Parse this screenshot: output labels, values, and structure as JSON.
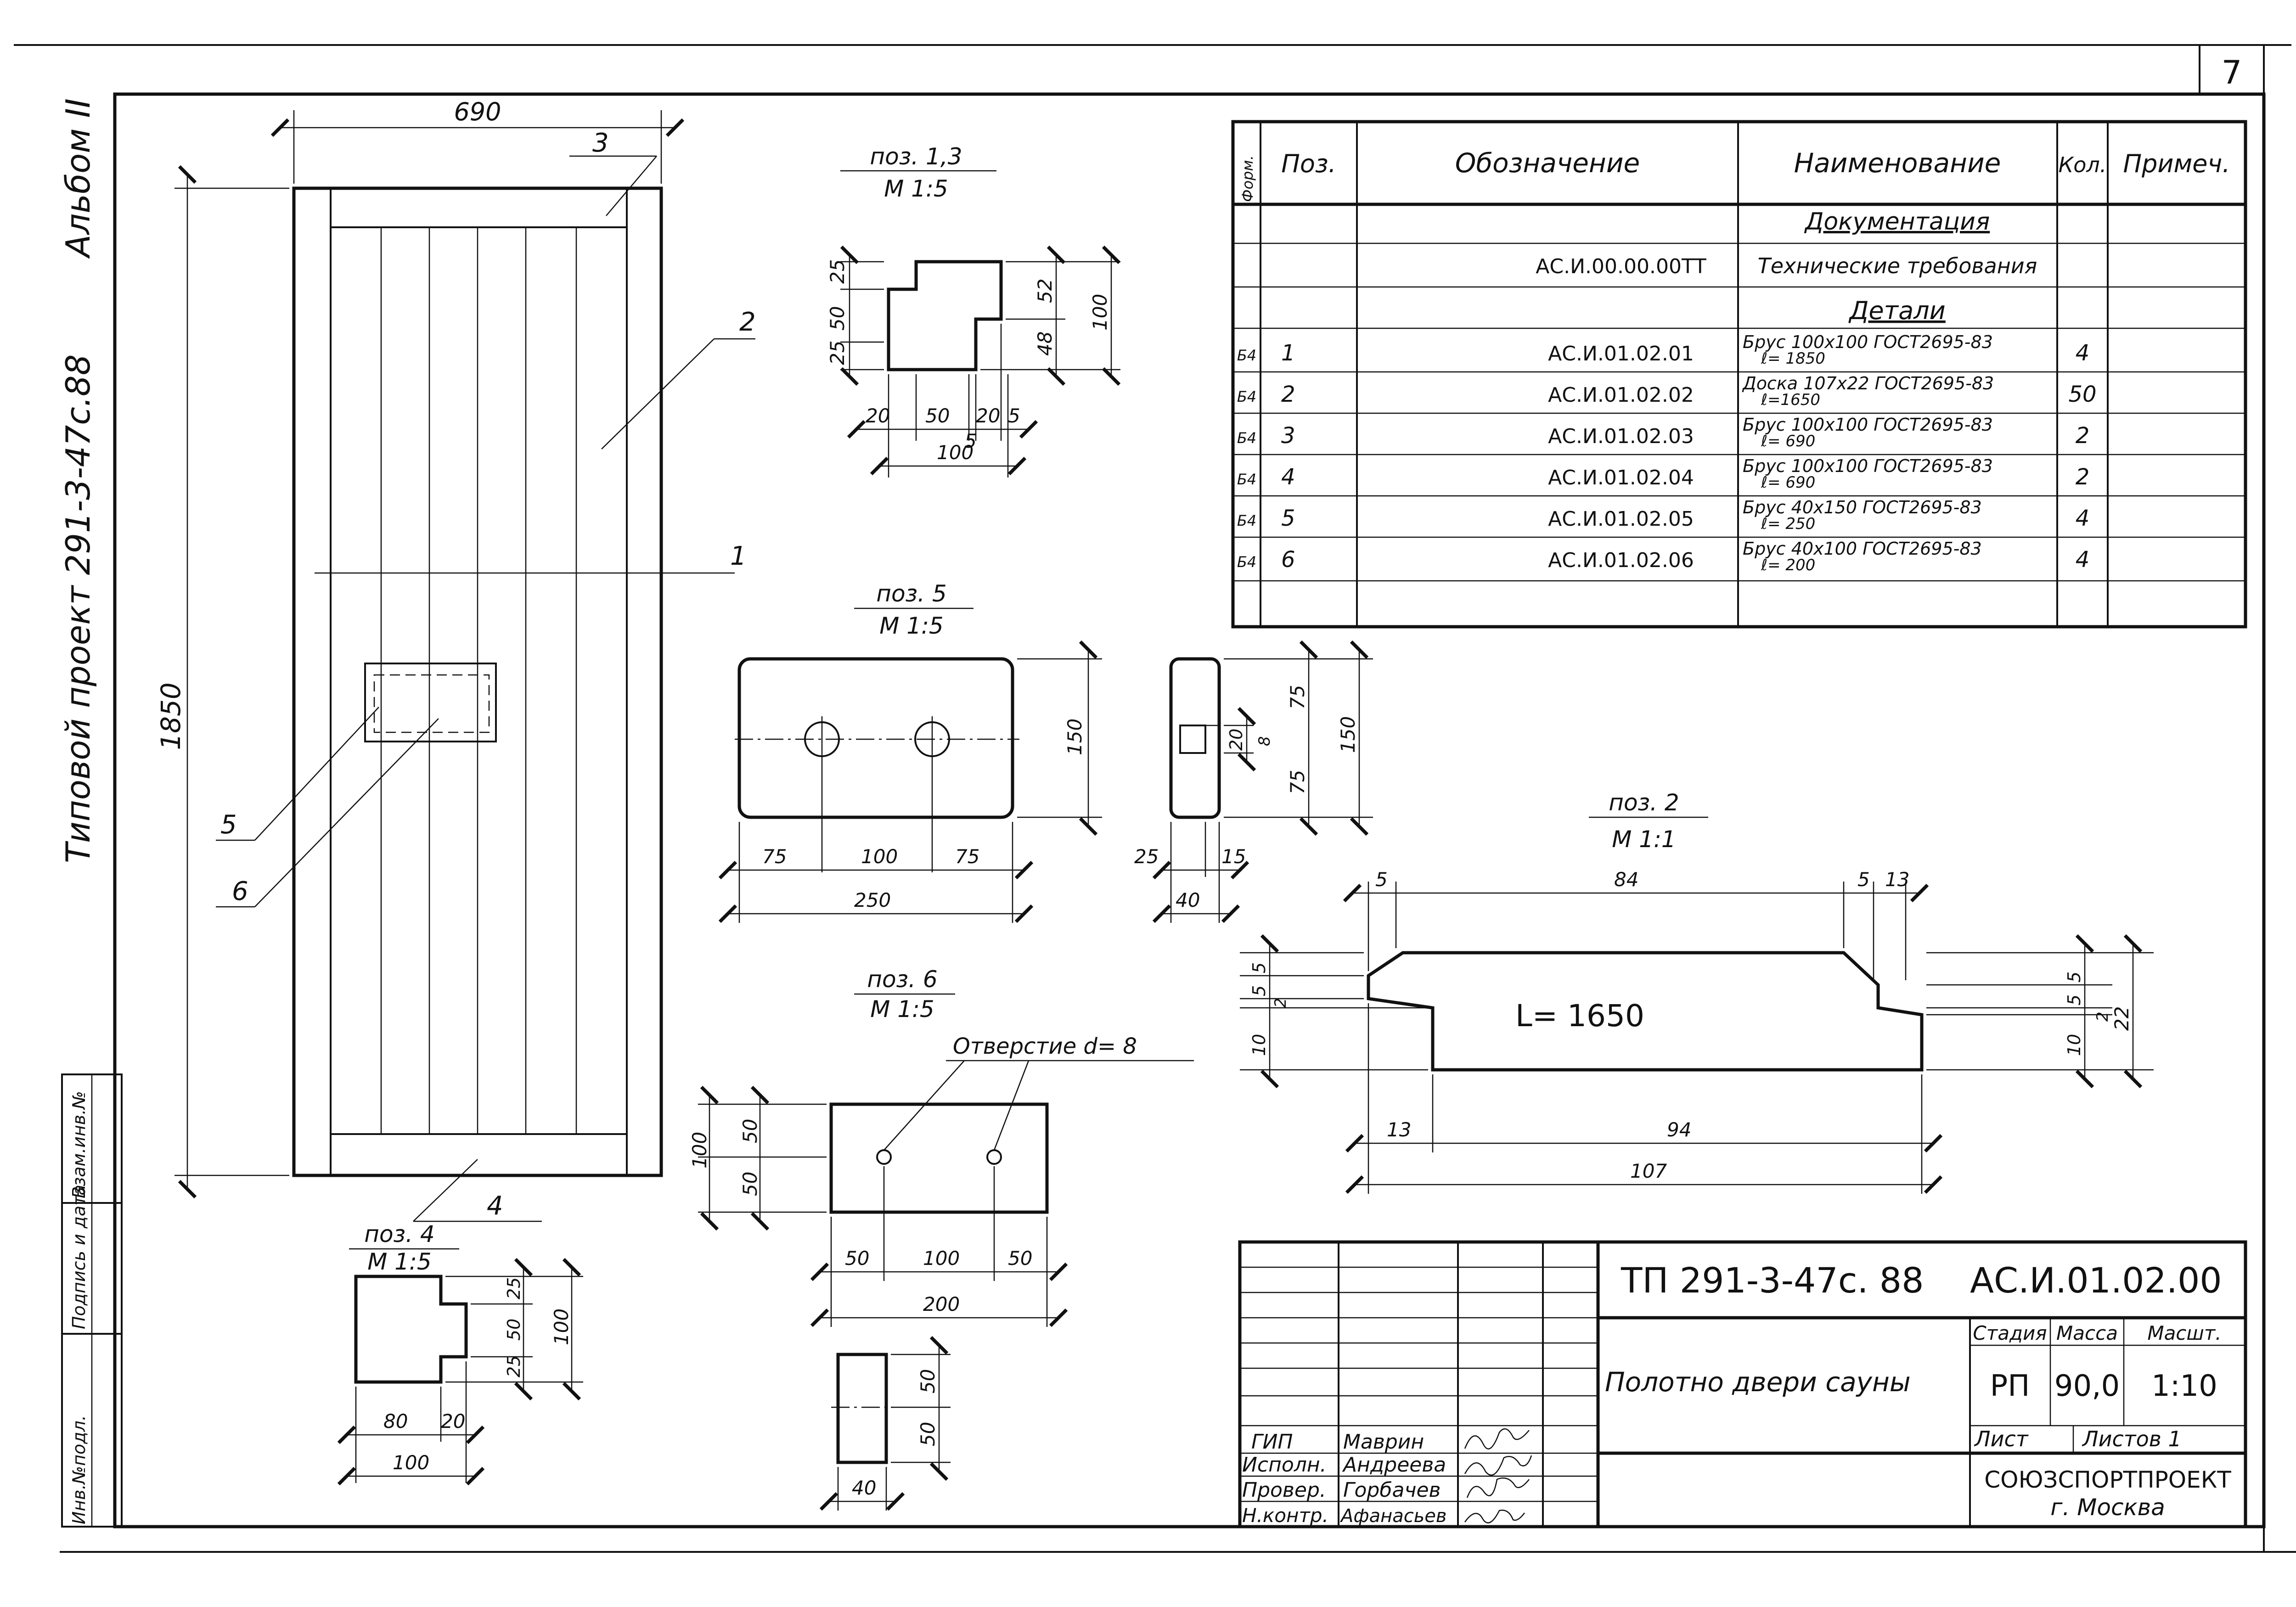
{
  "page": {
    "sheet_number": "7"
  },
  "side": {
    "album": "Альбом II",
    "project": "Типовой проект 291-3-47с.88",
    "stamp_cols": [
      "Инв.№подл.",
      "Подпись и дата",
      "Взам.инв.№"
    ]
  },
  "door": {
    "width_dim": "690",
    "height_dim": "1850",
    "leaders": [
      "1",
      "2",
      "3",
      "4",
      "5",
      "6"
    ]
  },
  "pos13": {
    "title": "поз. 1,3",
    "scale": "М 1:5",
    "dims": {
      "a": "25",
      "b": "50",
      "c": "25",
      "d": "52",
      "e": "48",
      "f": "100",
      "g": "20",
      "h": "50",
      "i": "20",
      "j": "5",
      "k": "5",
      "l": "100"
    }
  },
  "pos5": {
    "title": "поз. 5",
    "scale": "М 1:5",
    "dims": {
      "a": "75",
      "b": "100",
      "c": "75",
      "d": "250",
      "e": "150",
      "f": "25",
      "g": "15",
      "h": "40",
      "i": "20",
      "j": "8",
      "k": "75",
      "l": "75",
      "m": "150"
    }
  },
  "pos2": {
    "title": "поз. 2",
    "scale": "М 1:1",
    "length_label": "L= 1650",
    "dims": {
      "a": "5",
      "b": "84",
      "c": "5",
      "d": "13",
      "e": "5",
      "f": "5",
      "g": "2",
      "h": "10",
      "i": "5",
      "j": "5",
      "k": "2",
      "l": "10",
      "m": "22",
      "n": "13",
      "o": "94",
      "p": "107"
    }
  },
  "pos6": {
    "title": "поз. 6",
    "scale": "М 1:5",
    "hole_note": "Отверстие d= 8",
    "dims": {
      "a": "100",
      "b": "50",
      "c": "50",
      "d": "50",
      "e": "100",
      "f": "50",
      "g": "200",
      "h": "50",
      "i": "50",
      "j": "40"
    }
  },
  "pos4": {
    "title": "поз. 4",
    "scale": "М 1:5",
    "dims": {
      "a": "25",
      "b": "50",
      "c": "25",
      "d": "100",
      "e": "80",
      "f": "20",
      "g": "100"
    }
  },
  "spec": {
    "headers": [
      "Форм.",
      "Поз.",
      "Обозначение",
      "Наименование",
      "Кол.",
      "Примеч."
    ],
    "section_docs": "Документация",
    "doc_row": {
      "code": "АС.И.00.00.00ТТ",
      "name": "Технические требования"
    },
    "section_parts": "Детали",
    "rows": [
      {
        "form": "Б4",
        "pos": "1",
        "code": "АС.И.01.02.01",
        "name1": "Брус 100х100 ГОСТ2695-83",
        "name2": "ℓ= 1850",
        "qty": "4"
      },
      {
        "form": "Б4",
        "pos": "2",
        "code": "АС.И.01.02.02",
        "name1": "Доска 107х22 ГОСТ2695-83",
        "name2": "ℓ=1650",
        "qty": "50"
      },
      {
        "form": "Б4",
        "pos": "3",
        "code": "АС.И.01.02.03",
        "name1": "Брус 100х100 ГОСТ2695-83",
        "name2": "ℓ= 690",
        "qty": "2"
      },
      {
        "form": "Б4",
        "pos": "4",
        "code": "АС.И.01.02.04",
        "name1": "Брус 100х100 ГОСТ2695-83",
        "name2": "ℓ= 690",
        "qty": "2"
      },
      {
        "form": "Б4",
        "pos": "5",
        "code": "АС.И.01.02.05",
        "name1": "Брус 40х150 ГОСТ2695-83",
        "name2": "ℓ= 250",
        "qty": "4"
      },
      {
        "form": "Б4",
        "pos": "6",
        "code": "АС.И.01.02.06",
        "name1": "Брус 40х100 ГОСТ2695-83",
        "name2": "ℓ= 200",
        "qty": "4"
      }
    ]
  },
  "title_block": {
    "project": "ТП  291-3-47с. 88",
    "code": "АС.И.01.02.00",
    "name": "Полотно двери сауны",
    "stage_h": "Стадия",
    "mass_h": "Масса",
    "scale_h": "Масшт.",
    "stage": "РП",
    "mass": "90,0",
    "scale": "1:10",
    "sheet": "Лист",
    "sheets": "Листов 1",
    "org1": "СОЮЗСПОРТПРОЕКТ",
    "org2": "г. Москва",
    "roles": [
      "ГИП",
      "Исполн.",
      "Провер.",
      "Н.контр."
    ],
    "names": [
      "Маврин",
      "Андреева",
      "Горбачев",
      "Афанасьев"
    ]
  }
}
